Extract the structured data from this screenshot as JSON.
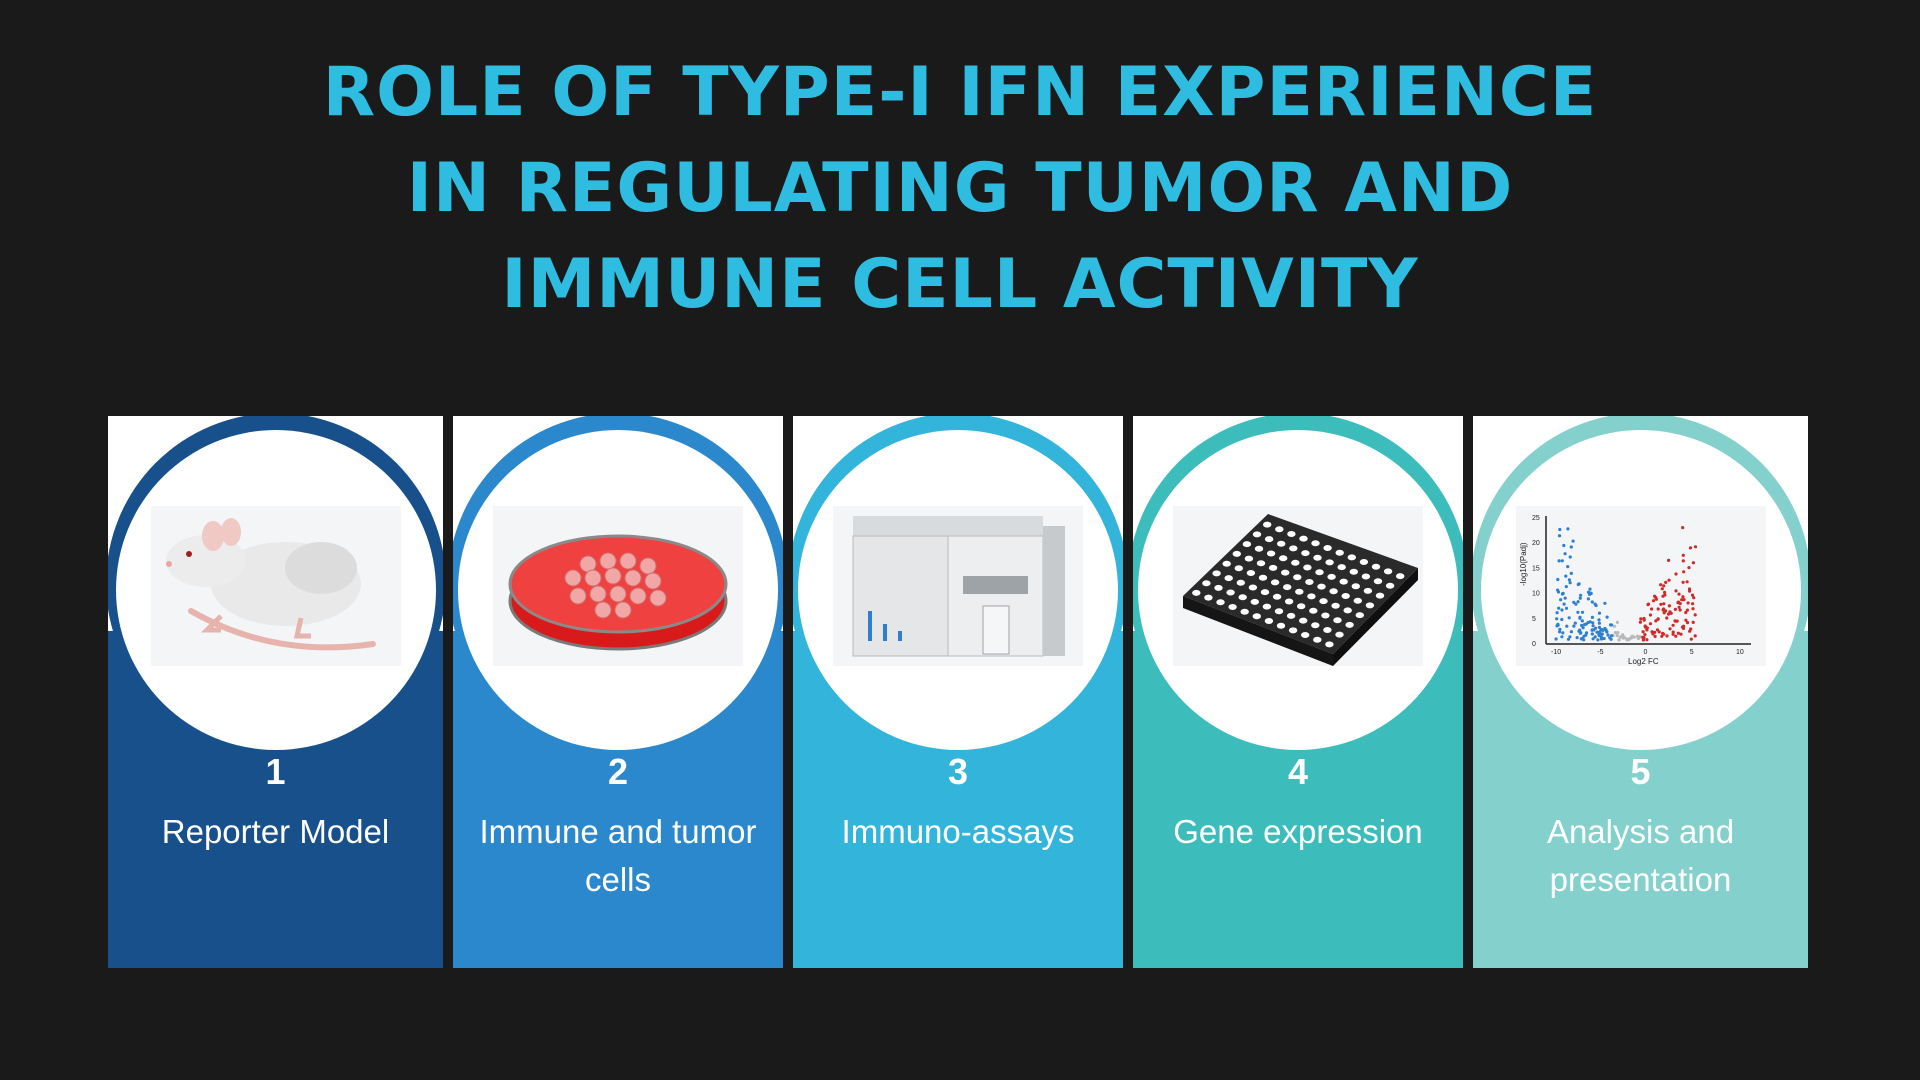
{
  "title": {
    "line1": "ROLE OF TYPE-I IFN EXPERIENCE",
    "line2": "IN REGULATING TUMOR AND",
    "line3": "IMMUNE CELL ACTIVITY"
  },
  "colors": {
    "background": "#1a1a1a",
    "title": "#2ebde0",
    "step1": "#17508a",
    "step2": "#2b88cc",
    "step3": "#33b4da",
    "step4": "#3dbcbc",
    "step5": "#84d0cc"
  },
  "steps": [
    {
      "number": "1",
      "label": "Reporter Model",
      "icon": "mouse-icon"
    },
    {
      "number": "2",
      "label": "Immune and tumor cells",
      "icon": "petri-dish-icon"
    },
    {
      "number": "3",
      "label": "Immuno-assays",
      "icon": "lab-analyzer-icon"
    },
    {
      "number": "4",
      "label": "Gene expression",
      "icon": "well-plate-icon"
    },
    {
      "number": "5",
      "label": "Analysis and presentation",
      "icon": "volcano-plot-icon"
    }
  ],
  "volcano_plot": {
    "ylabel": "-log10(Padj)",
    "xlabel": "Log2 FC",
    "x_ticks": [
      "-10",
      "-5",
      "0",
      "5",
      "10"
    ],
    "y_ticks": [
      "0",
      "5",
      "10",
      "15",
      "20",
      "25"
    ]
  }
}
